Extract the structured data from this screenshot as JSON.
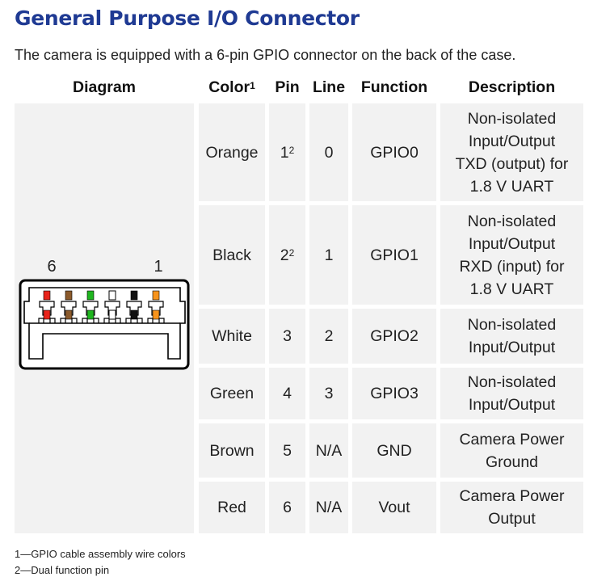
{
  "title": "General Purpose I/O Connector",
  "intro": "The camera is equipped with a 6-pin GPIO connector on the back of the case.",
  "headers": {
    "diagram": "Diagram",
    "color": "Color",
    "color_sup": "1",
    "pin": "Pin",
    "line": "Line",
    "function": "Function",
    "description": "Description"
  },
  "diagram": {
    "label_left": "6",
    "label_right": "1",
    "wire_colors": [
      "#e8231b",
      "#8b5a2b",
      "#1fb51f",
      "#ffffff",
      "#111111",
      "#f7941d"
    ]
  },
  "rows": [
    {
      "color": "Orange",
      "pin": "1",
      "pin_sup": "2",
      "line": "0",
      "function": "GPIO0",
      "description": [
        "Non-isolated",
        "Input/Output",
        "TXD (output) for",
        "1.8 V UART"
      ]
    },
    {
      "color": "Black",
      "pin": "2",
      "pin_sup": "2",
      "line": "1",
      "function": "GPIO1",
      "description": [
        "Non-isolated",
        "Input/Output",
        "RXD (input) for",
        "1.8 V UART"
      ]
    },
    {
      "color": "White",
      "pin": "3",
      "pin_sup": "",
      "line": "2",
      "function": "GPIO2",
      "description": [
        "Non-isolated",
        "Input/Output"
      ]
    },
    {
      "color": "Green",
      "pin": "4",
      "pin_sup": "",
      "line": "3",
      "function": "GPIO3",
      "description": [
        "Non-isolated",
        "Input/Output"
      ]
    },
    {
      "color": "Brown",
      "pin": "5",
      "pin_sup": "",
      "line": "N/A",
      "function": "GND",
      "description": [
        "Camera Power",
        "Ground"
      ]
    },
    {
      "color": "Red",
      "pin": "6",
      "pin_sup": "",
      "line": "N/A",
      "function": "Vout",
      "description": [
        "Camera Power",
        "Output"
      ]
    }
  ],
  "footnotes": [
    "1—GPIO cable assembly wire colors",
    "2—Dual function pin"
  ]
}
